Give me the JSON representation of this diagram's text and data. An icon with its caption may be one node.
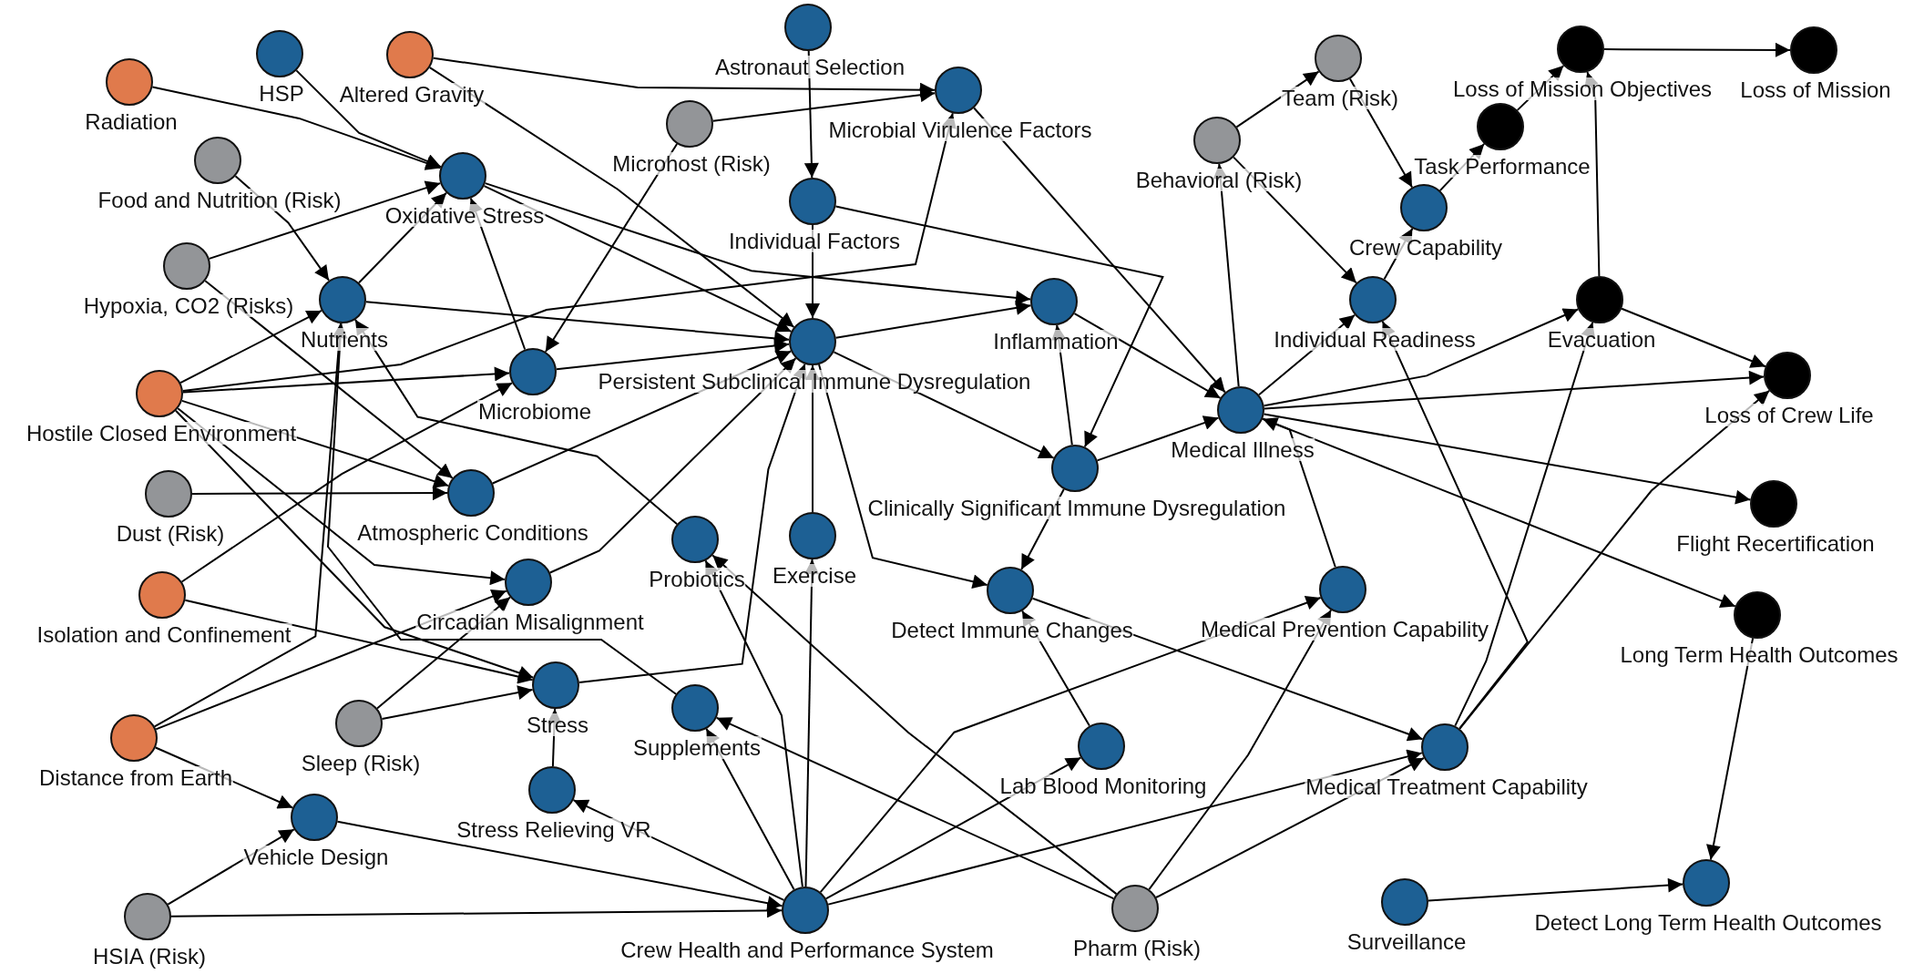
{
  "diagram": {
    "nodes": [
      {
        "text": [
          "Radiation"
        ]
      },
      {
        "text": [
          "HSP"
        ]
      },
      {
        "text": [
          "Altered Gravity"
        ]
      },
      {
        "text": [
          "Astronaut Selection"
        ]
      },
      {
        "text": [
          "Microhost (Risk)"
        ]
      },
      {
        "text": [
          "Microbial Virulence Factors"
        ]
      },
      {
        "text": [
          "Team (Risk)"
        ]
      },
      {
        "text": [
          "Loss of Mission Objectives"
        ]
      },
      {
        "text": [
          "Loss of Mission"
        ]
      },
      {
        "text": [
          "Food and Nutrition (Risk)"
        ]
      },
      {
        "text": [
          "Oxidative Stress"
        ]
      },
      {
        "text": [
          "Behavioral (Risk)"
        ]
      },
      {
        "text": [
          "Task Performance"
        ]
      },
      {
        "text": [
          "Individual Factors"
        ]
      },
      {
        "text": [
          "Crew Capability"
        ]
      },
      {
        "text": [
          "Hypoxia, CO2 (Risks)"
        ]
      },
      {
        "text": [
          "Nutrients"
        ]
      },
      {
        "text": [
          "Inflammation"
        ]
      },
      {
        "text": [
          "Individual Readiness"
        ]
      },
      {
        "text": [
          "Evacuation"
        ]
      },
      {
        "text": [
          "Persistent Subclinical Immune Dysregulation"
        ]
      },
      {
        "text": [
          "Hostile Closed Environment"
        ]
      },
      {
        "text": [
          "Microbiome"
        ]
      },
      {
        "text": [
          "Loss of Crew Life"
        ]
      },
      {
        "text": [
          "Medical Illness"
        ]
      },
      {
        "text": [
          "Clinically Significant Immune Dysregulation"
        ]
      },
      {
        "text": [
          "Dust (Risk)"
        ]
      },
      {
        "text": [
          "Atmospheric Conditions"
        ]
      },
      {
        "text": [
          "Flight Recertification"
        ]
      },
      {
        "text": [
          "Probiotics"
        ]
      },
      {
        "text": [
          "Exercise"
        ]
      },
      {
        "text": [
          "Isolation and Confinement"
        ]
      },
      {
        "text": [
          "Circadian Misalignment"
        ]
      },
      {
        "text": [
          "Detect Immune Changes"
        ]
      },
      {
        "text": [
          "Medical Prevention Capability"
        ]
      },
      {
        "text": [
          "Long Term Health Outcomes"
        ]
      },
      {
        "text": [
          "Stress"
        ]
      },
      {
        "text": [
          "Supplements"
        ]
      },
      {
        "text": [
          "Sleep (Risk)"
        ]
      },
      {
        "text": [
          "Distance from Earth"
        ]
      },
      {
        "text": [
          "Lab Blood Monitoring"
        ]
      },
      {
        "text": [
          "Medical Treatment Capability"
        ]
      },
      {
        "text": [
          "Stress Relieving VR"
        ]
      },
      {
        "text": [
          "Vehicle Design"
        ]
      },
      {
        "text": [
          "Detect Long Term Health Outcomes"
        ]
      },
      {
        "text": [
          "Surveillance"
        ]
      },
      {
        "text": [
          "Crew Health and Performance System"
        ]
      },
      {
        "text": [
          "Pharm (Risk)"
        ]
      },
      {
        "text": [
          "HSIA (Risk)"
        ]
      }
    ],
    "edges": [
      {
        "from": 0,
        "to": 10,
        "arrow": "to"
      },
      {
        "from": 1,
        "to": 10,
        "arrow": "to"
      },
      {
        "from": 2,
        "to": 5,
        "arrow": "to"
      },
      {
        "from": 2,
        "to": 20,
        "arrow": "to"
      },
      {
        "from": 9,
        "to": 16,
        "arrow": "to"
      },
      {
        "from": 15,
        "to": 10,
        "arrow": "to"
      },
      {
        "from": 15,
        "to": 27,
        "arrow": "to"
      },
      {
        "from": 16,
        "to": 10,
        "arrow": "to"
      },
      {
        "from": 16,
        "to": 20,
        "arrow": "to"
      },
      {
        "from": 10,
        "to": 17,
        "arrow": "to"
      },
      {
        "from": 10,
        "to": 20,
        "arrow": "to"
      },
      {
        "from": 22,
        "to": 10,
        "arrow": "to"
      },
      {
        "from": 4,
        "to": 22,
        "arrow": "to"
      },
      {
        "from": 4,
        "to": 5,
        "arrow": "to"
      },
      {
        "from": 21,
        "to": 5,
        "arrow": "to"
      },
      {
        "from": 21,
        "to": 16,
        "arrow": "to"
      },
      {
        "from": 21,
        "to": 22,
        "arrow": "to"
      },
      {
        "from": 21,
        "to": 27,
        "arrow": "to"
      },
      {
        "from": 21,
        "to": 32,
        "arrow": "to"
      },
      {
        "from": 21,
        "to": 36,
        "arrow": "to"
      },
      {
        "from": 29,
        "to": 16,
        "arrow": "to"
      },
      {
        "from": 37,
        "to": 16,
        "arrow": "to"
      },
      {
        "from": 39,
        "to": 16,
        "arrow": "to"
      },
      {
        "from": 22,
        "to": 20,
        "arrow": "to"
      },
      {
        "from": 27,
        "to": 20,
        "arrow": "to"
      },
      {
        "from": 26,
        "to": 27,
        "arrow": "to"
      },
      {
        "from": 31,
        "to": 22,
        "arrow": "to"
      },
      {
        "from": 31,
        "to": 36,
        "arrow": "to"
      },
      {
        "from": 39,
        "to": 32,
        "arrow": "to"
      },
      {
        "from": 39,
        "to": 43,
        "arrow": "to"
      },
      {
        "from": 38,
        "to": 32,
        "arrow": "to"
      },
      {
        "from": 38,
        "to": 36,
        "arrow": "to"
      },
      {
        "from": 32,
        "to": 20,
        "arrow": "to"
      },
      {
        "from": 36,
        "to": 20,
        "arrow": "to"
      },
      {
        "from": 42,
        "to": 36,
        "arrow": "to"
      },
      {
        "from": 46,
        "to": 42,
        "arrow": "to"
      },
      {
        "from": 43,
        "to": 46,
        "arrow": "to"
      },
      {
        "from": 48,
        "to": 43,
        "arrow": "to"
      },
      {
        "from": 48,
        "to": 46,
        "arrow": "to"
      },
      {
        "from": 46,
        "to": 37,
        "arrow": "to"
      },
      {
        "from": 46,
        "to": 29,
        "arrow": "to"
      },
      {
        "from": 46,
        "to": 30,
        "arrow": "to"
      },
      {
        "from": 46,
        "to": 40,
        "arrow": "to"
      },
      {
        "from": 46,
        "to": 34,
        "arrow": "to"
      },
      {
        "from": 46,
        "to": 41,
        "arrow": "to"
      },
      {
        "from": 47,
        "to": 29,
        "arrow": "to"
      },
      {
        "from": 47,
        "to": 37,
        "arrow": "to"
      },
      {
        "from": 47,
        "to": 34,
        "arrow": "to"
      },
      {
        "from": 47,
        "to": 41,
        "arrow": "to"
      },
      {
        "from": 40,
        "to": 33,
        "arrow": "to"
      },
      {
        "from": 33,
        "to": 41,
        "arrow": "to"
      },
      {
        "from": 30,
        "to": 20,
        "arrow": "to"
      },
      {
        "from": 20,
        "to": 17,
        "arrow": "to"
      },
      {
        "from": 20,
        "to": 25,
        "arrow": "to"
      },
      {
        "from": 20,
        "to": 33,
        "arrow": "to"
      },
      {
        "from": 13,
        "to": 20,
        "arrow": "to"
      },
      {
        "from": 13,
        "to": 25,
        "arrow": "to"
      },
      {
        "from": 3,
        "to": 13,
        "arrow": "to"
      },
      {
        "from": 17,
        "to": 24,
        "arrow": "to"
      },
      {
        "from": 5,
        "to": 24,
        "arrow": "to"
      },
      {
        "from": 25,
        "to": 17,
        "arrow": "to"
      },
      {
        "from": 25,
        "to": 24,
        "arrow": "to"
      },
      {
        "from": 25,
        "to": 33,
        "arrow": "to"
      },
      {
        "from": 24,
        "to": 11,
        "arrow": "to"
      },
      {
        "from": 11,
        "to": 6,
        "arrow": "to"
      },
      {
        "from": 11,
        "to": 18,
        "arrow": "to"
      },
      {
        "from": 6,
        "to": 14,
        "arrow": "to"
      },
      {
        "from": 18,
        "to": 14,
        "arrow": "to"
      },
      {
        "from": 14,
        "to": 12,
        "arrow": "to"
      },
      {
        "from": 12,
        "to": 7,
        "arrow": "to"
      },
      {
        "from": 7,
        "to": 8,
        "arrow": "to"
      },
      {
        "from": 19,
        "to": 7,
        "arrow": "to"
      },
      {
        "from": 19,
        "to": 23,
        "arrow": "to"
      },
      {
        "from": 24,
        "to": 18,
        "arrow": "to"
      },
      {
        "from": 24,
        "to": 19,
        "arrow": "to"
      },
      {
        "from": 24,
        "to": 23,
        "arrow": "to"
      },
      {
        "from": 24,
        "to": 28,
        "arrow": "to"
      },
      {
        "from": 24,
        "to": 35,
        "arrow": "to"
      },
      {
        "from": 34,
        "to": 24,
        "arrow": "to"
      },
      {
        "from": 41,
        "to": 18,
        "arrow": "to"
      },
      {
        "from": 41,
        "to": 19,
        "arrow": "to"
      },
      {
        "from": 41,
        "to": 23,
        "arrow": "to"
      },
      {
        "from": 35,
        "to": 44,
        "arrow": "to"
      },
      {
        "from": 45,
        "to": 44,
        "arrow": "to"
      }
    ]
  }
}
